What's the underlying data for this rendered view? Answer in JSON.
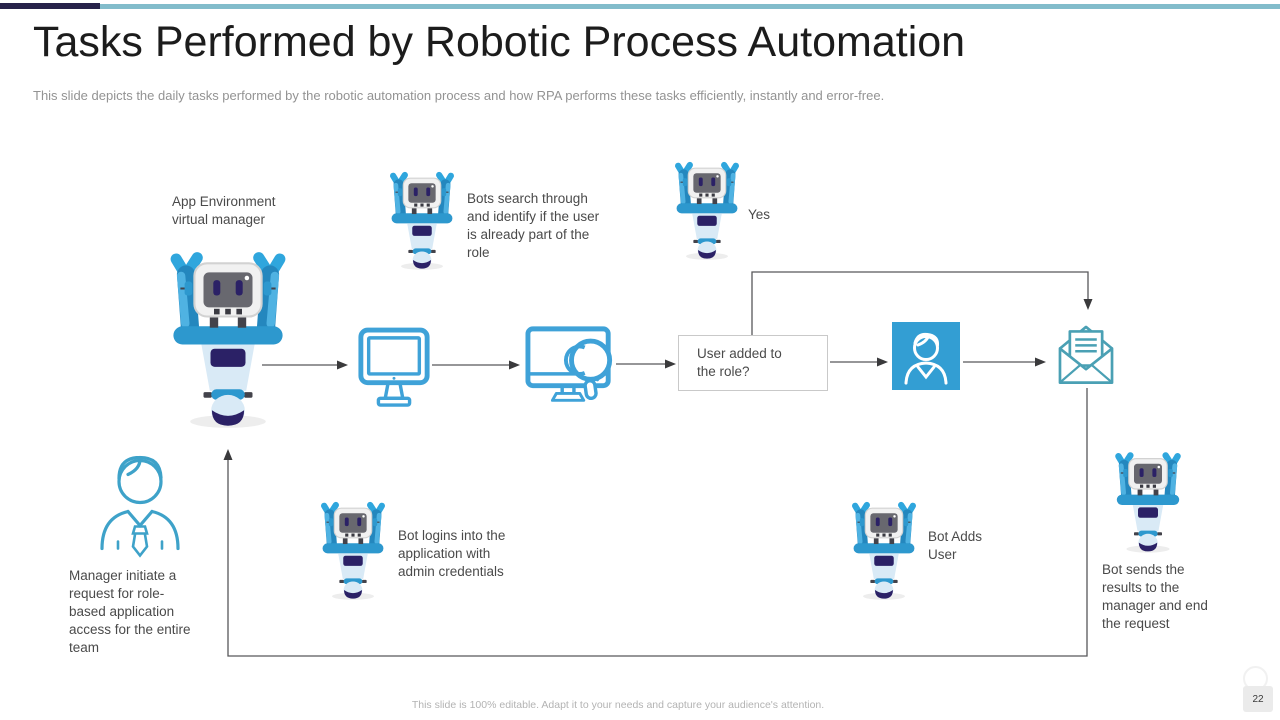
{
  "slide": {
    "title": "Tasks Performed by Robotic Process Automation",
    "subtitle": "This slide depicts the daily tasks performed by the robotic automation process and how RPA performs these tasks efficiently, instantly and error-free.",
    "footer_note": "This slide is 100% editable. Adapt it to your needs and capture your audience's attention.",
    "page_number": "22"
  },
  "colors": {
    "topbar_dark": "#27224A",
    "topbar_teal": "#82BCCB",
    "robot_blue": "#2D98CE",
    "robot_navy": "#2B2166",
    "robot_body": "#D9EAF6",
    "icon_outline_blue": "#3FA2D8",
    "envelope_teal": "#4AA0B4",
    "manager_teal": "#3EA2C9",
    "user_badge_bg": "#339ED3",
    "connector_gray": "#58585A",
    "label_text": "#4a4a4a"
  },
  "diagram": {
    "big_robot": {
      "label": "App Environment virtual manager"
    },
    "bots_search": {
      "label": "Bots search through and identify  if the user is already part of the role"
    },
    "yes_branch": {
      "label": "Yes"
    },
    "decision": {
      "label": "User added to the role?"
    },
    "manager": {
      "label": "Manager  initiate a request for role-based application access for the entire team"
    },
    "bot_login": {
      "label": "Bot logins into the application with admin credentials"
    },
    "bot_adds": {
      "label": "Bot Adds User"
    },
    "bot_sends": {
      "label": "Bot sends the results to the manager and end the request"
    },
    "icons": {
      "robot": "rpa-bot-icon",
      "monitor": "computer-monitor-icon",
      "monitor_search": "monitor-magnifier-icon",
      "user_badge": "user-profile-icon",
      "envelope": "open-envelope-icon",
      "manager": "manager-person-icon"
    }
  }
}
